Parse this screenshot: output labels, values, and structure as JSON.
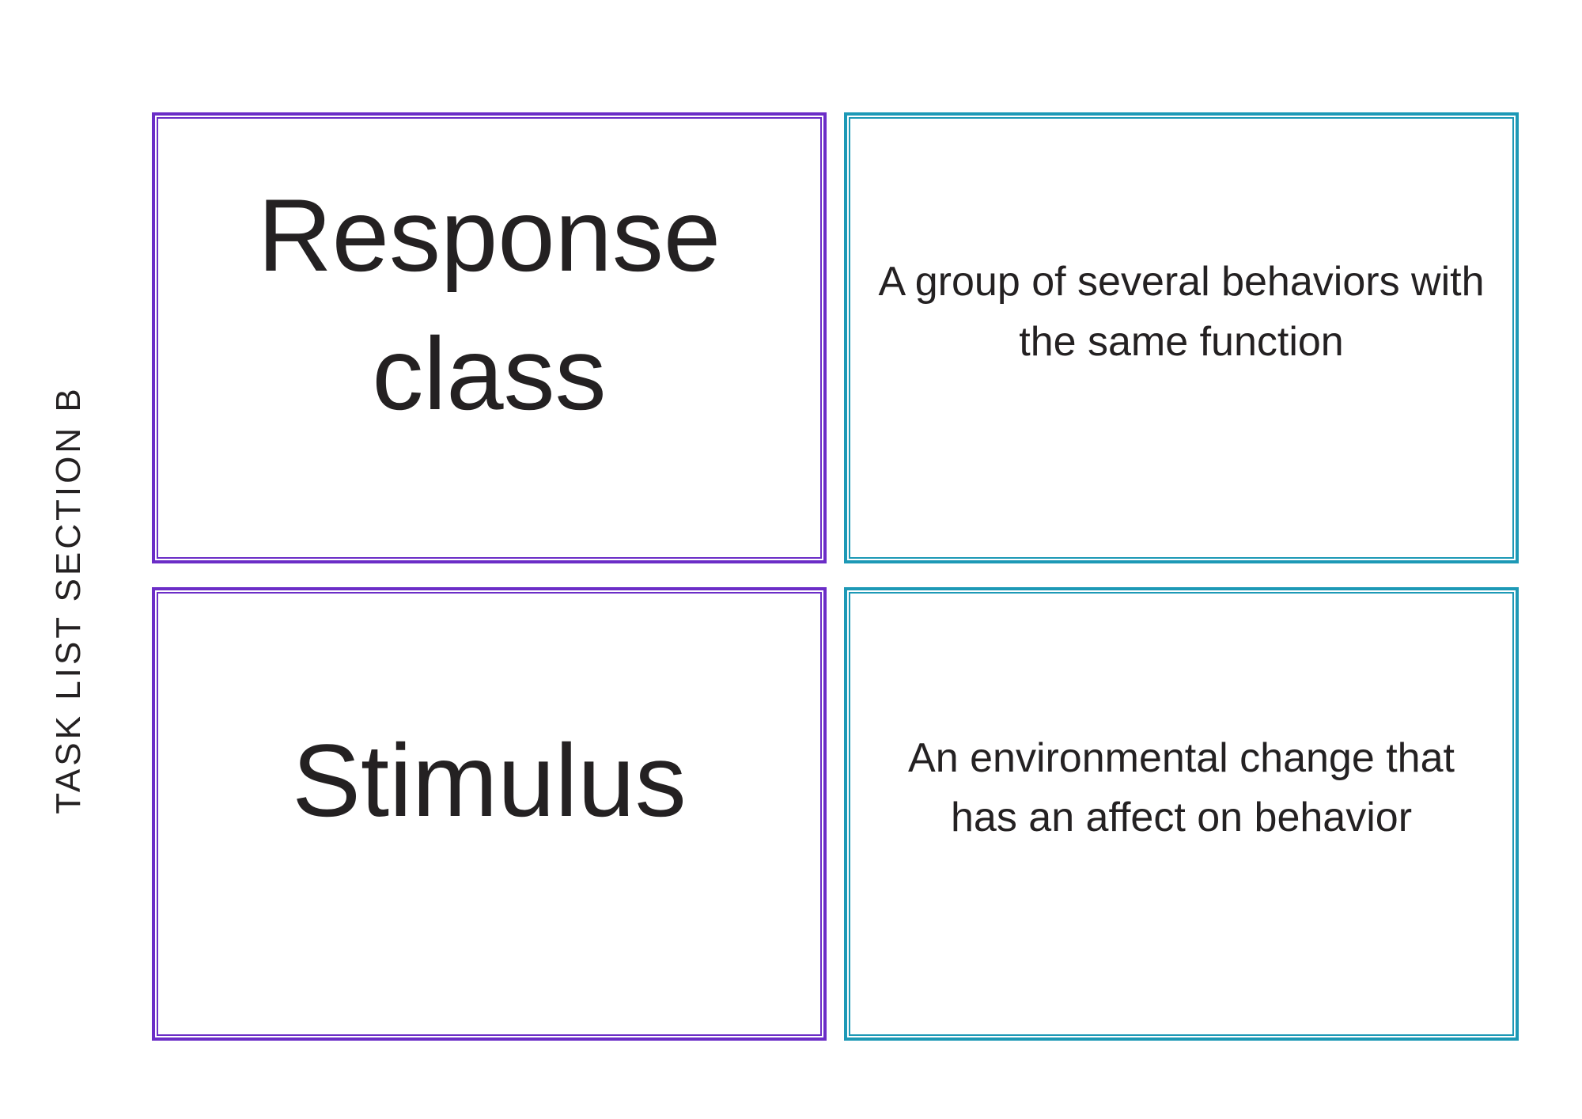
{
  "side_label": {
    "text": "TASK LIST SECTION B"
  },
  "colors": {
    "term_border": "#6b2dc7",
    "definition_border": "#1d99b6",
    "text": "#242122"
  },
  "cards": [
    {
      "id": "term-response-class",
      "type": "term",
      "lines": [
        "Response",
        "class"
      ]
    },
    {
      "id": "definition-response-class",
      "type": "definition",
      "lines": [
        "A group of several behaviors with",
        "the same function"
      ]
    },
    {
      "id": "term-stimulus",
      "type": "term",
      "lines": [
        "Stimulus"
      ]
    },
    {
      "id": "definition-stimulus",
      "type": "definition",
      "lines": [
        "An environmental change that",
        "has an affect on behavior"
      ]
    }
  ]
}
